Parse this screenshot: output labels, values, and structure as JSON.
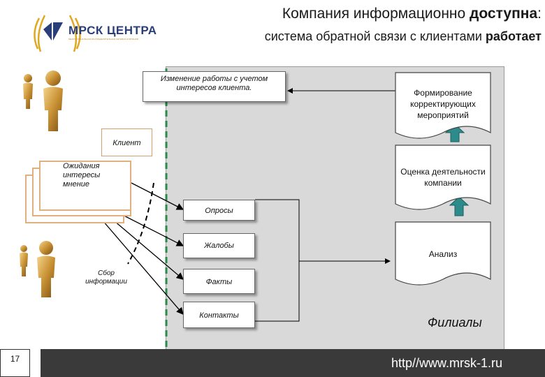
{
  "header": {
    "title_line1_pre": "Компания информационно ",
    "title_line1_bold": "доступна",
    "title_line1_post": ":",
    "title_line2_pre": "система обратной связи с клиентами ",
    "title_line2_bold": "работает"
  },
  "logo": {
    "text": "МРСК ЦЕНТРА",
    "subtext": "МЕЖРЕГИОНАЛЬНАЯ РАСПРЕДЕЛИТЕЛЬНАЯ СЕТЕВАЯ КОМПАНИЯ"
  },
  "boxes": {
    "change": "Изменение работы  с учетом интересов клиента.",
    "client": "Клиент",
    "expectations": "Ожидания\nинтересы\nмнение",
    "surveys": "Опросы",
    "complaints": "Жалобы",
    "facts": "Факты",
    "contacts": "Контакты",
    "collect": "Сбор информации"
  },
  "docs": {
    "forming": "Формирование корректирующих мероприятий",
    "evaluation": "Оценка деятельности компании",
    "analysis": "Анализ"
  },
  "panel_label": "Филиалы",
  "footer": {
    "url": "http//www.mrsk-1.ru",
    "page": "17"
  },
  "colors": {
    "panel": "#d9d9d9",
    "arrow_teal": "#2e8b8b",
    "dashed_green": "#2a8a4a",
    "figure_gold": "#c89033",
    "footer": "#3a3a3a"
  }
}
